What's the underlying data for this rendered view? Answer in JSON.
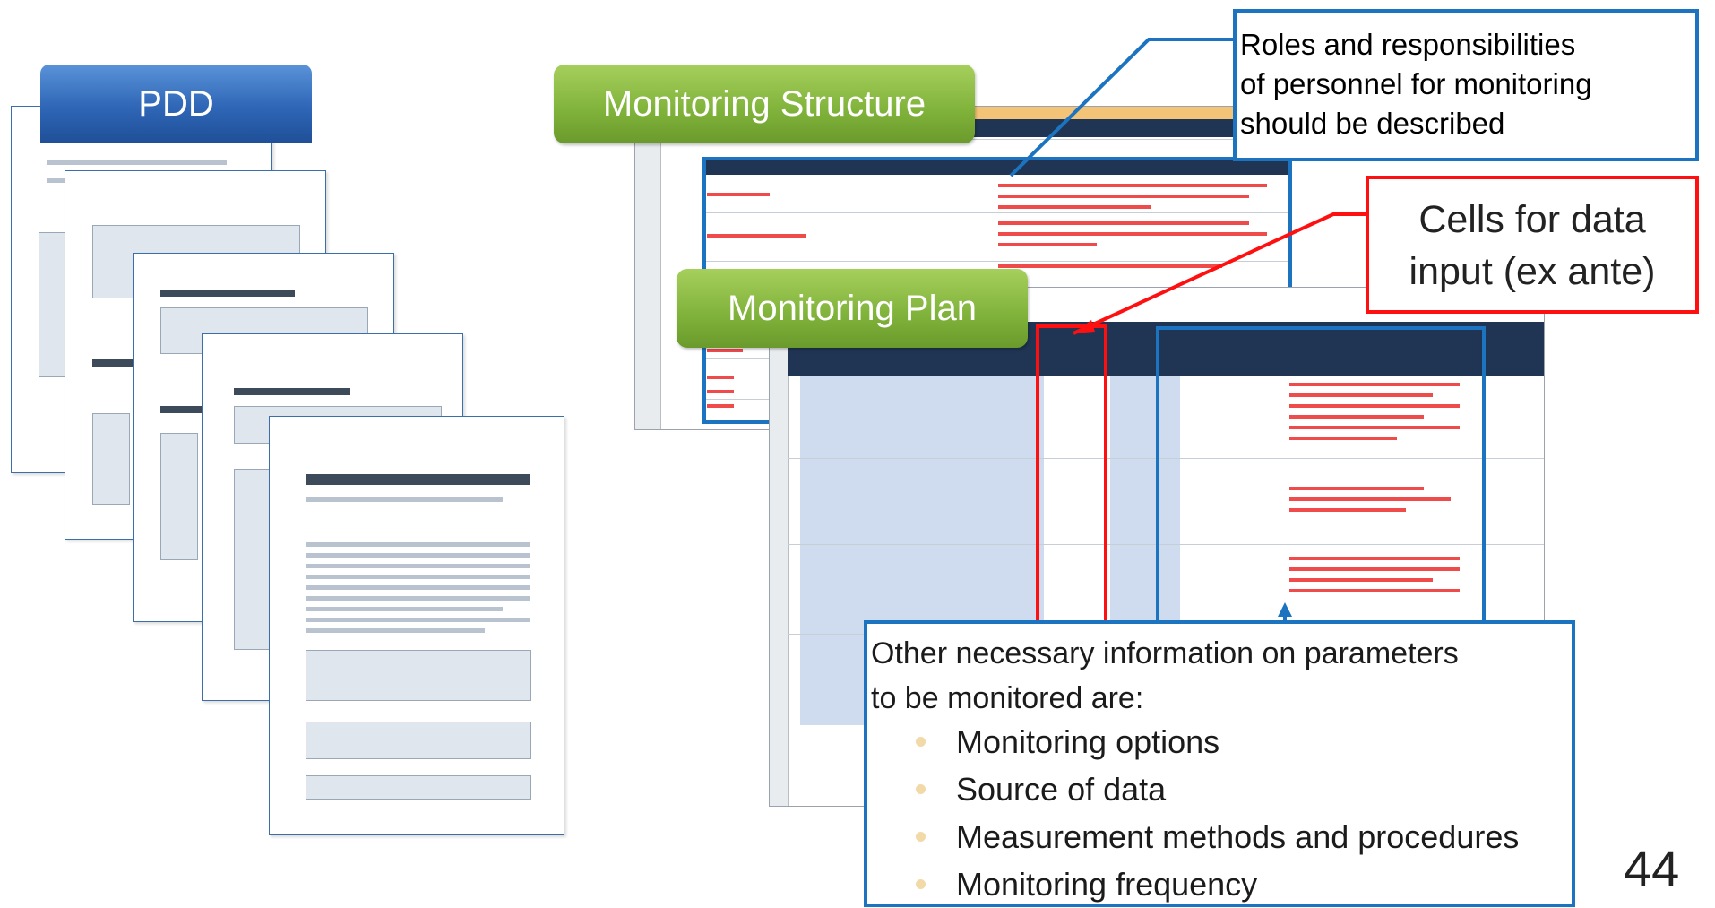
{
  "labels": {
    "pdd": "PDD",
    "monitoring_structure": "Monitoring Structure",
    "monitoring_plan": "Monitoring Plan"
  },
  "callouts": {
    "roles": [
      "Roles and responsibilities",
      "of personnel for monitoring",
      "should be described"
    ],
    "cells": [
      "Cells for data",
      "input (ex ante)"
    ],
    "other_intro": [
      "Other necessary information on parameters",
      "to be monitored are:"
    ],
    "other_items": [
      "Monitoring options",
      "Source of data",
      "Measurement methods and procedures",
      "Monitoring frequency"
    ]
  },
  "page_number": "44",
  "colors": {
    "blue_border": "#1c74c0",
    "red_border": "#ff1010",
    "green_tab": "#7fb23a",
    "pdd_tab": "#2e66b6"
  }
}
